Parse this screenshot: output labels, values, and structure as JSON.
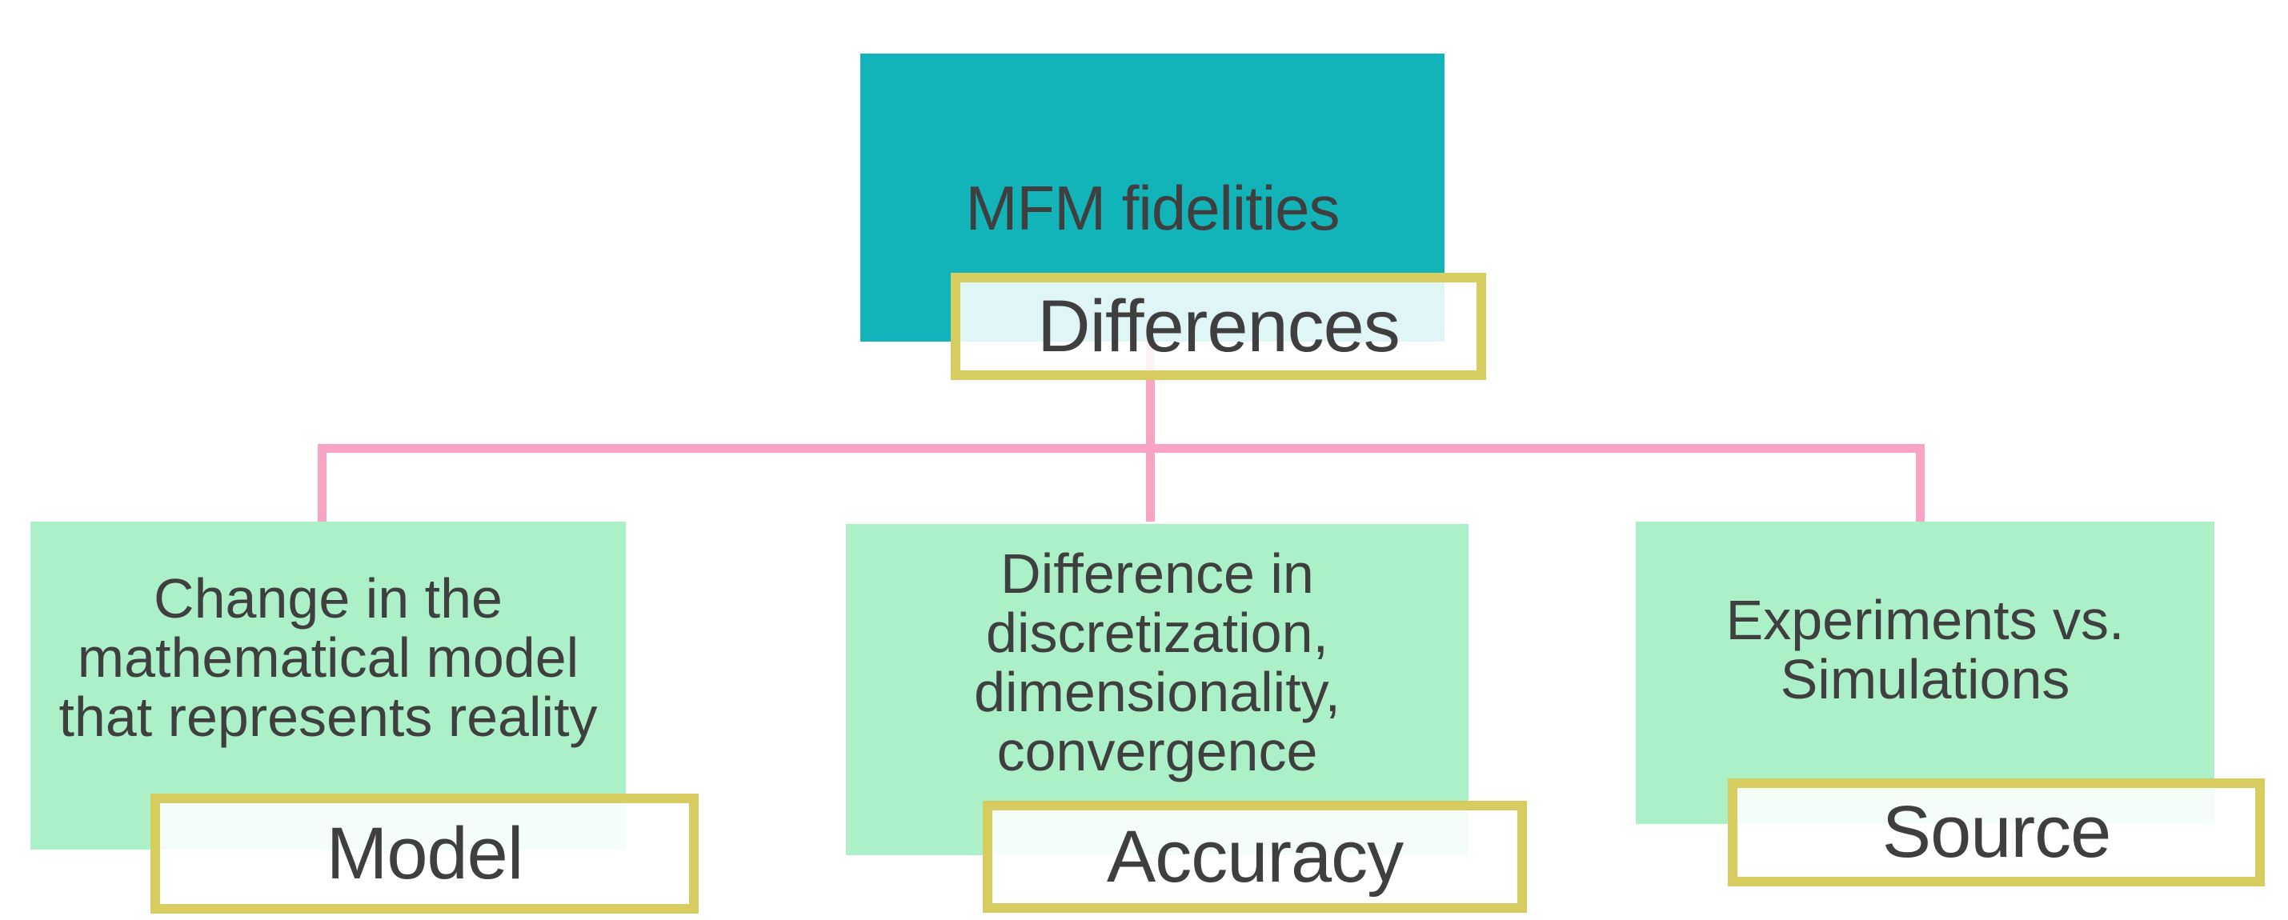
{
  "diagram": {
    "root_label": "MFM fidelities",
    "hub_label": "Differences",
    "branches": [
      {
        "lines": [
          "Change in the",
          "mathematical model",
          "that represents reality"
        ],
        "label": "Model"
      },
      {
        "lines": [
          "Difference in",
          "discretization,",
          "dimensionality,",
          "convergence"
        ],
        "label": "Accuracy"
      },
      {
        "lines": [
          "Experiments vs.",
          "Simulations"
        ],
        "label": "Source"
      }
    ],
    "colors": {
      "root_fill": "#12B3B9",
      "branch_fill": "#ABF0C6",
      "label_border": "#D6CC60",
      "connector": "#F9A4C5",
      "text": "#3F3F3F"
    }
  }
}
